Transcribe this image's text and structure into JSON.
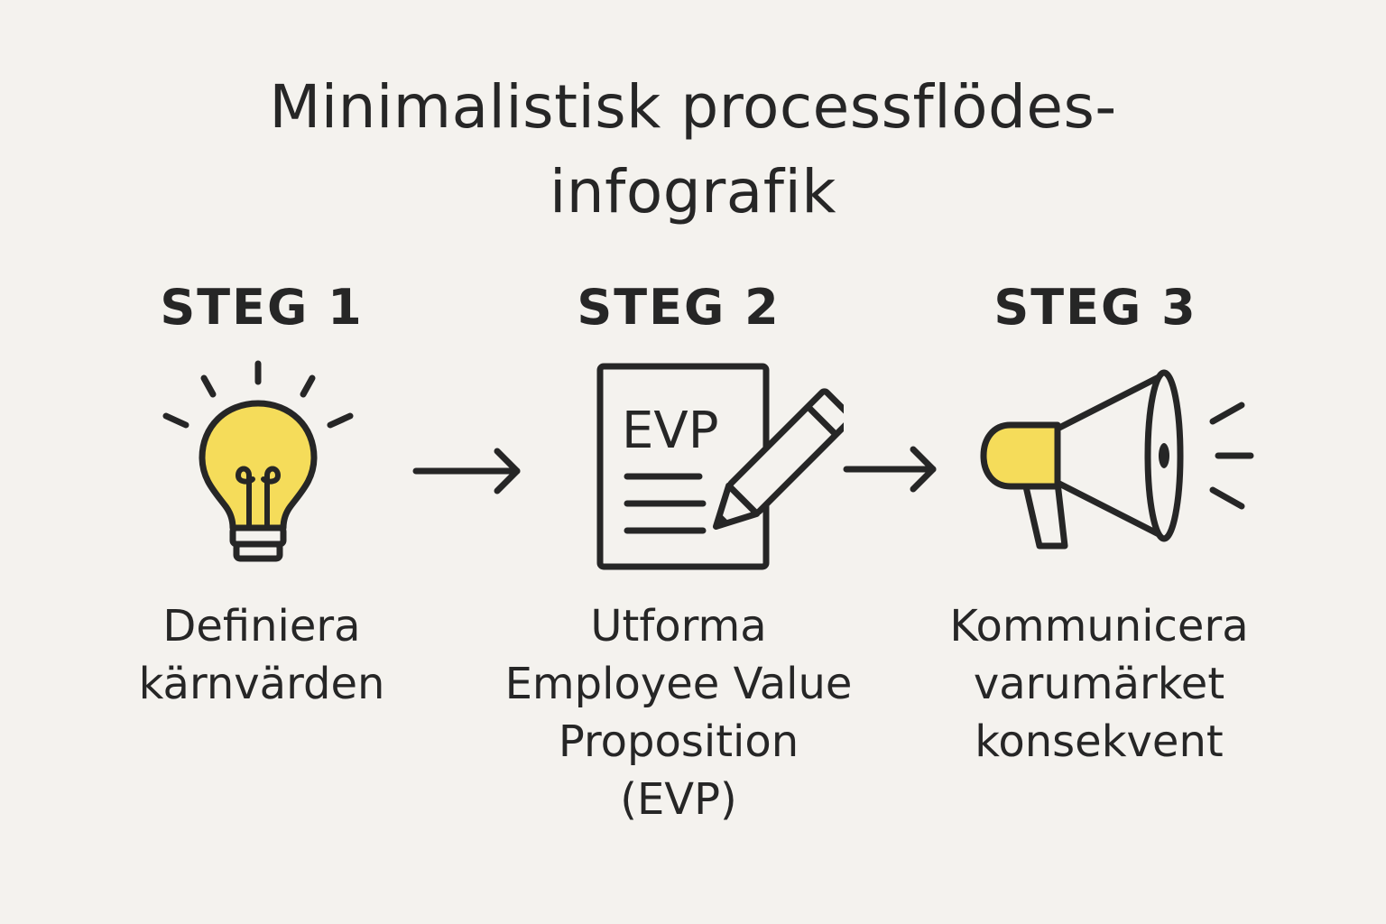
{
  "title": {
    "line1": "Minimalistisk processflödes-",
    "line2": "infografik"
  },
  "colors": {
    "background": "#f4f2ee",
    "ink": "#262626",
    "accent": "#f5dc5a"
  },
  "steps": [
    {
      "label": "STEG 1",
      "icon": "lightbulb-icon",
      "description": [
        "Definiera",
        "kärnvärden"
      ]
    },
    {
      "label": "STEG 2",
      "icon": "evp-document-pencil-icon",
      "icon_text": "EVP",
      "description": [
        "Utforma",
        "Employee Value",
        "Proposition",
        "(EVP)"
      ]
    },
    {
      "label": "STEG 3",
      "icon": "megaphone-icon",
      "description": [
        "Kommunicera",
        "varumärket",
        "konsekvent"
      ]
    }
  ]
}
